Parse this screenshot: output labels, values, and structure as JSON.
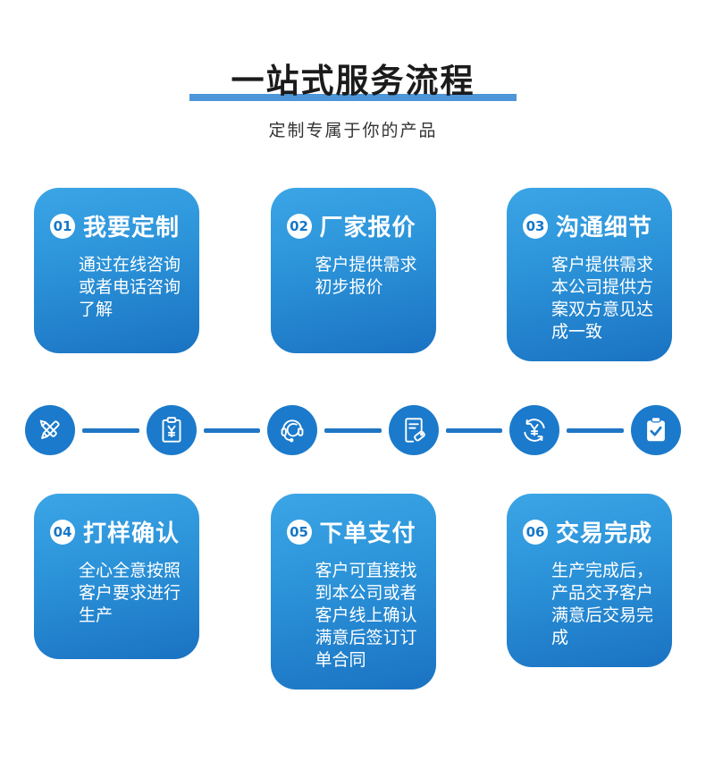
{
  "header": {
    "title": "一站式服务流程",
    "subtitle": "定制专属于你的产品"
  },
  "steps": [
    {
      "num": "01",
      "title": "我要定制",
      "desc": "通过在线咨询或者电话咨询了解"
    },
    {
      "num": "02",
      "title": "厂家报价",
      "desc": "客户提供需求初步报价"
    },
    {
      "num": "03",
      "title": "沟通细节",
      "desc": "客户提供需求本公司提供方案双方意见达成一致"
    },
    {
      "num": "04",
      "title": "打样确认",
      "desc": "全心全意按照客户要求进行生产"
    },
    {
      "num": "05",
      "title": "下单支付",
      "desc": "客户可直接找到本公司或者客户线上确认满意后签订订单合同"
    },
    {
      "num": "06",
      "title": "交易完成",
      "desc": "生产完成后，产品交予客户满意后交易完成"
    }
  ],
  "flow_icons": [
    "design-pencil-icon",
    "quotation-invoice-icon",
    "customer-service-headset-icon",
    "document-tag-icon",
    "payment-yen-cycle-icon",
    "order-complete-clipboard-icon"
  ],
  "colors": {
    "accent_bar": "#4d96d8",
    "card_gradient_top": "#3ba5e6",
    "card_gradient_bottom": "#1a72c2",
    "icon_circle": "#1b7acb",
    "connector_line": "#1f76c5",
    "title_text": "#1b1b1b",
    "card_text": "#ffffff"
  }
}
